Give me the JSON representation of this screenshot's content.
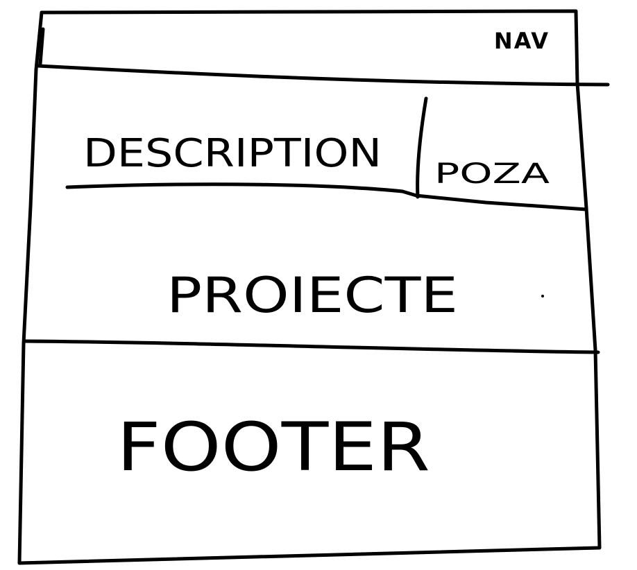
{
  "wireframe": {
    "nav_label": "NAV",
    "description_label": "DESCRIPTION",
    "photo_label": "POZA",
    "projects_label": "PROIECTE",
    "footer_label": "FOOTER"
  },
  "colors": {
    "stroke": "#000000",
    "background": "#ffffff"
  }
}
